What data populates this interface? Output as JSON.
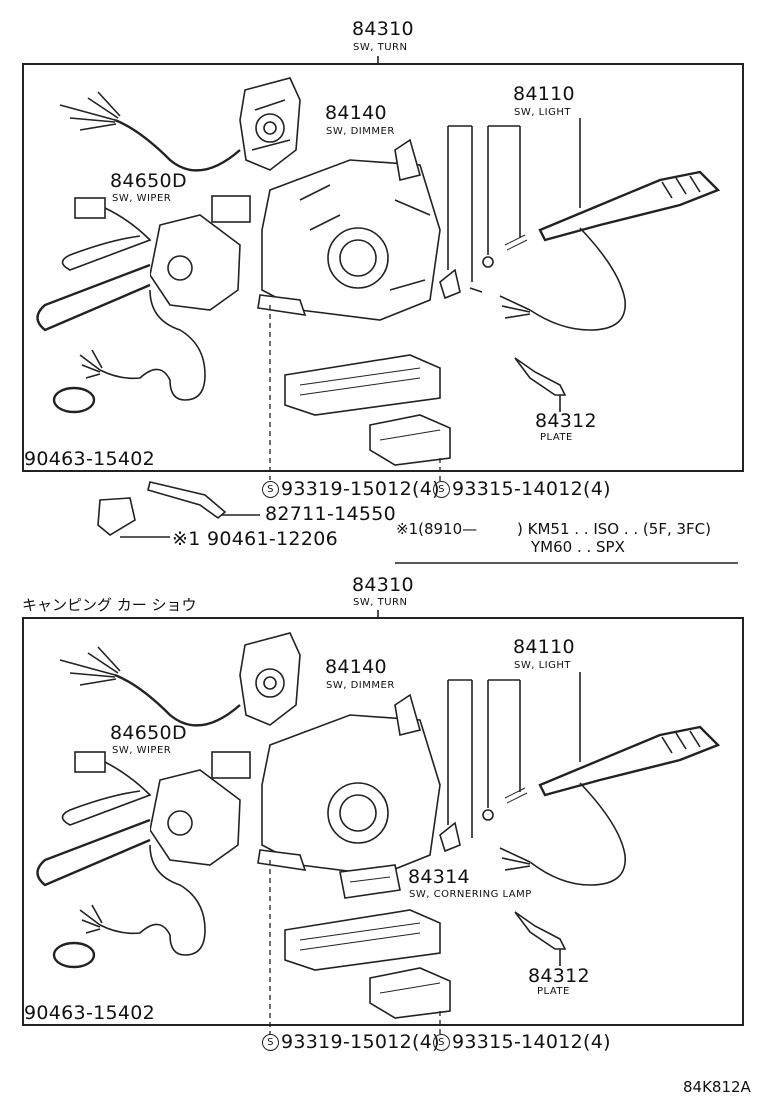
{
  "top": {
    "assembly_no": "84310",
    "assembly_desc": "SW, TURN",
    "parts": {
      "dimmer_no": "84140",
      "dimmer_desc": "SW, DIMMER",
      "light_no": "84110",
      "light_desc": "SW, LIGHT",
      "wiper_no": "84650D",
      "wiper_desc": "SW, WIPER",
      "plate_no": "84312",
      "plate_desc": "PLATE",
      "clamp_no": "90463-15402",
      "screw_a": "93319-15012(4)",
      "screw_b": "93315-14012(4)",
      "clip_no": "82711-14550",
      "band_no": "※1 90461-12206"
    },
    "applicability": {
      "line1_a": "※1(8910—",
      "line1_b": ") KM51 . . ISO . . (5F, 3FC)",
      "line2": "YM60 . . SPX"
    }
  },
  "bottom": {
    "section_title": "キャンピング カー ショウ",
    "assembly_no": "84310",
    "assembly_desc": "SW, TURN",
    "parts": {
      "dimmer_no": "84140",
      "dimmer_desc": "SW, DIMMER",
      "light_no": "84110",
      "light_desc": "SW, LIGHT",
      "wiper_no": "84650D",
      "wiper_desc": "SW, WIPER",
      "cornering_no": "84314",
      "cornering_desc": "SW, CORNERING LAMP",
      "plate_no": "84312",
      "plate_desc": "PLATE",
      "clamp_no": "90463-15402",
      "screw_a": "93319-15012(4)",
      "screw_b": "93315-14012(4)"
    }
  },
  "screw_symbol": "S",
  "figure_code": "84K812A"
}
